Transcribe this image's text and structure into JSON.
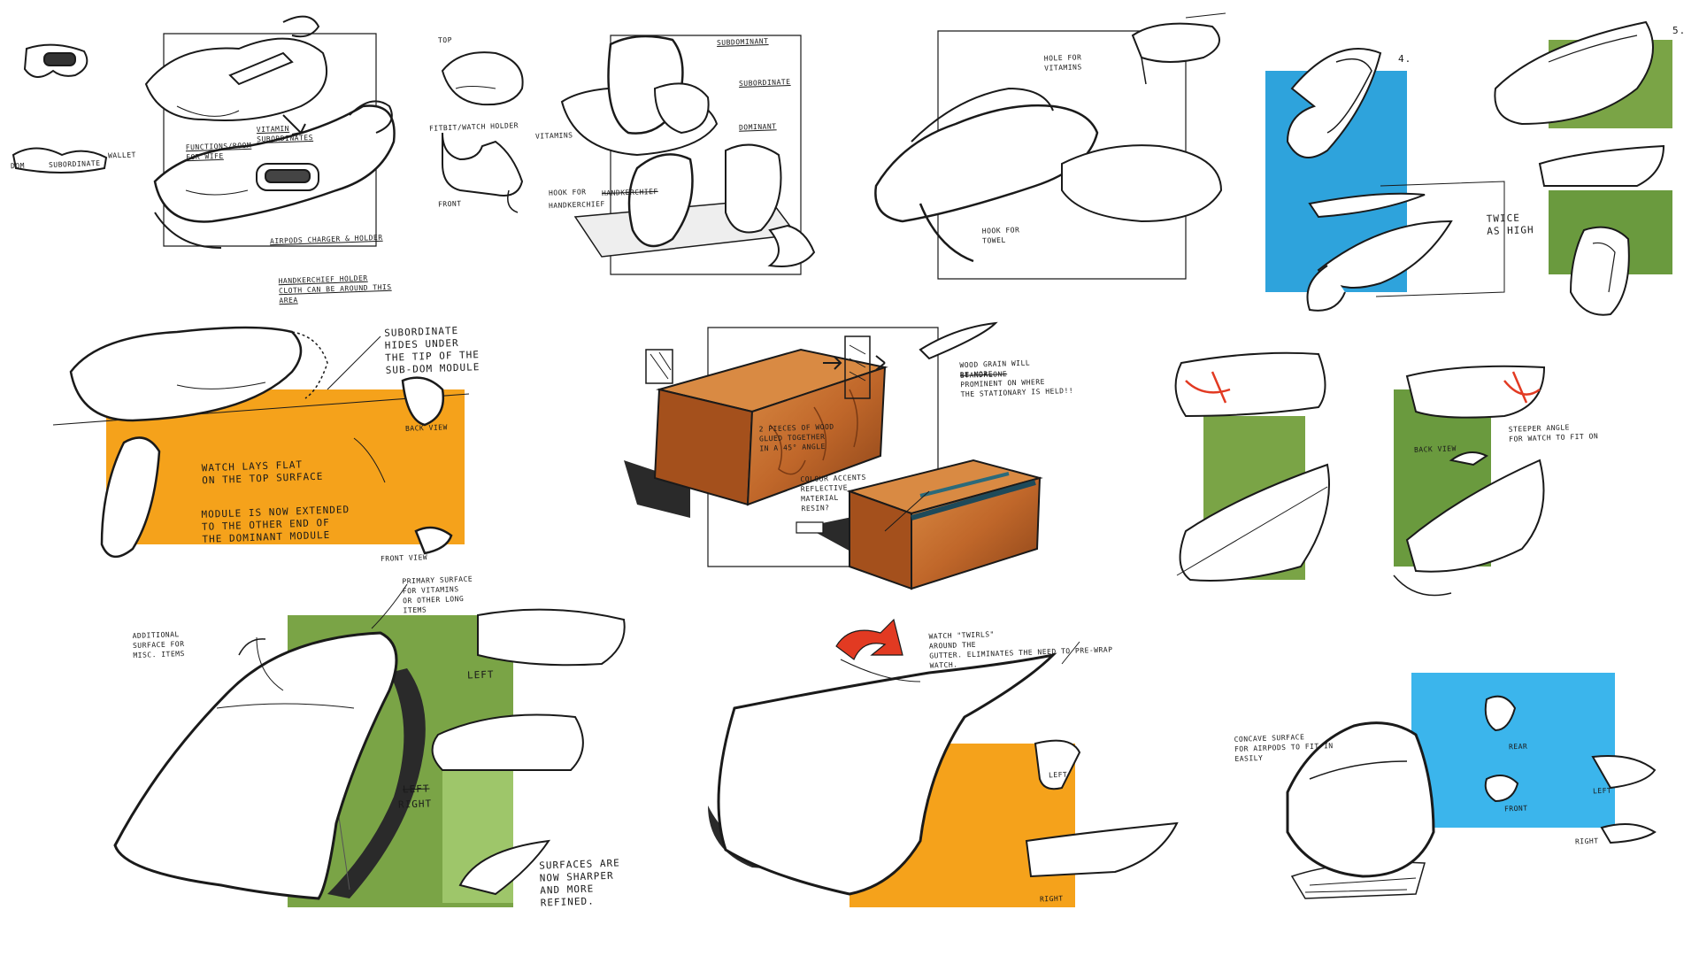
{
  "colors": {
    "ink": "#1a1a1a",
    "blue": "#2ea3dc",
    "green": "#7aa446",
    "green_dark": "#4f8a32",
    "orange": "#f5a21b",
    "wood": "#c0672a",
    "wood_dark": "#7a3a14",
    "red_arrow": "#e23a22",
    "sky": "#3bb5ec",
    "shadow": "#2a2a2a"
  },
  "notes": {
    "dom": "DOM",
    "subordinate": "SUBORDINATE",
    "wallet": "WALLET",
    "functions_room": "FUNCTIONS/ROOM\nFOR WIFE",
    "vitamin_subordinates": "VITAMIN\nSUBORDINATES",
    "airpods_holder": "AIRPODS CHARGER & HOLDER",
    "handkerchief_holder": "HANDKERCHIEF HOLDER\nCLOTH CAN BE AROUND THIS\nAREA",
    "top": "TOP",
    "fitbit_watch_holder": "FITBIT/WATCH HOLDER",
    "vitamins": "VITAMINS",
    "front": "FRONT",
    "hook_for_handkerchief_strike": "HANDKERCHIEF",
    "hook_for_label": "HOOK FOR",
    "handkerchief": "HANDKERCHIEF",
    "subdominant": "SUBDOMINANT",
    "subordinate2": "SUBORDINATE",
    "dominant": "DOMINANT",
    "hole_for_vitamins": "HOLE FOR\nVITAMINS",
    "hook_for_towel": "HOOK FOR\nTOWEL",
    "num4": "4.",
    "num5": "5.",
    "twice_as_high": "TWICE\nAS HIGH",
    "subordinate_hides": "SUBORDINATE\nHIDES UNDER\nTHE TIP OF THE\nSUB-DOM MODULE",
    "back_view": "BACK VIEW",
    "watch_lays_flat": "WATCH LAYS FLAT\nON THE TOP SURFACE",
    "module_extended": "MODULE IS NOW EXTENDED\nTO THE OTHER END OF\nTHE DOMINANT MODULE",
    "front_view": "FRONT VIEW",
    "wood_grain_strike": "STANDALONE",
    "wood_grain": "WOOD GRAIN WILL\n BE MORE\nPROMINENT ON WHERE\nTHE STATIONARY IS HELD!!",
    "two_pieces_wood": "2 PIECES OF WOOD\nGLUED TOGETHER\nIN A 45° ANGLE",
    "colour_accents": "COLOUR ACCENTS\nREFLECTIVE\nMATERIAL\nRESIN?",
    "steeper_angle": "STEEPER ANGLE\nFOR WATCH TO FIT ON",
    "back_view2": "BACK VIEW",
    "primary_surface": "PRIMARY SURFACE\nFOR VITAMINS\nOR OTHER LONG\nITEMS",
    "additional_surface": "ADDITIONAL\nSURFACE FOR\nMISC. ITEMS",
    "left1": "LEFT",
    "left_strike": "LEFT",
    "right1": "RIGHT",
    "surfaces_sharper": "SURFACES ARE\nNOW SHARPER\nAND MORE\nREFINED.",
    "watch_twirls": "WATCH \"TWIRLS\"\nAROUND THE\nGUTTER. ELIMINATES THE NEED TO PRE-WRAP\n                    WATCH.",
    "left2": "LEFT",
    "right2": "RIGHT",
    "concave_surface": "CONCAVE SURFACE\nFOR AIRPODS TO FIT IN\nEASILY",
    "rear": "REAR",
    "left3": "LEFT",
    "front2": "FRONT",
    "right3": "RIGHT"
  }
}
